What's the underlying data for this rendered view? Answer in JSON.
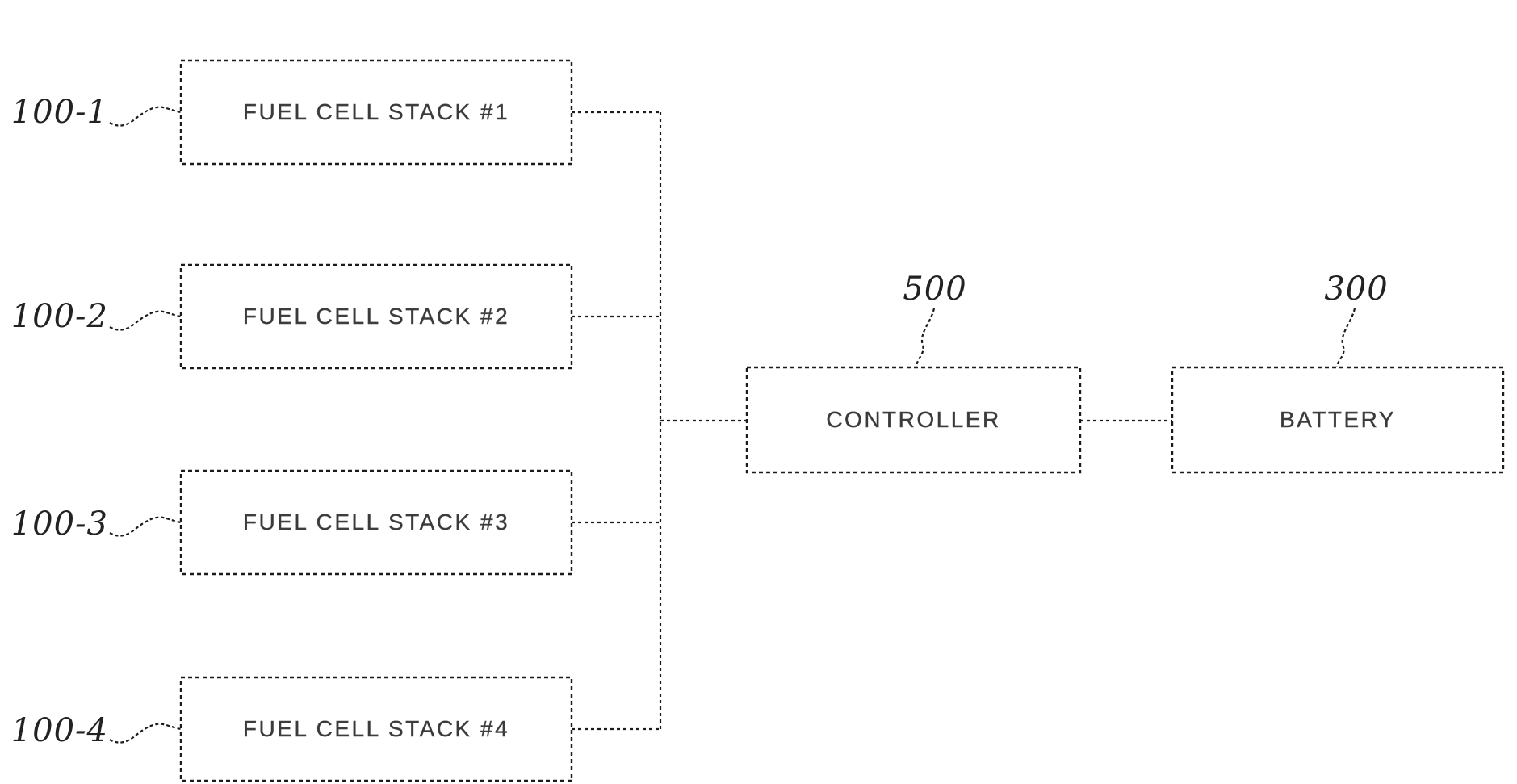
{
  "figure": {
    "stacks": [
      {
        "ref": "100-1",
        "label": "FUEL CELL STACK #1"
      },
      {
        "ref": "100-2",
        "label": "FUEL CELL STACK #2"
      },
      {
        "ref": "100-3",
        "label": "FUEL CELL STACK #3"
      },
      {
        "ref": "100-4",
        "label": "FUEL CELL STACK #4"
      }
    ],
    "controller": {
      "ref": "500",
      "label": "CONTROLLER"
    },
    "battery": {
      "ref": "300",
      "label": "BATTERY"
    },
    "colors": {
      "line": "#1b1b1b",
      "box_text": "#3a3a3a",
      "ref_text": "#222222",
      "background": "#ffffff"
    }
  }
}
